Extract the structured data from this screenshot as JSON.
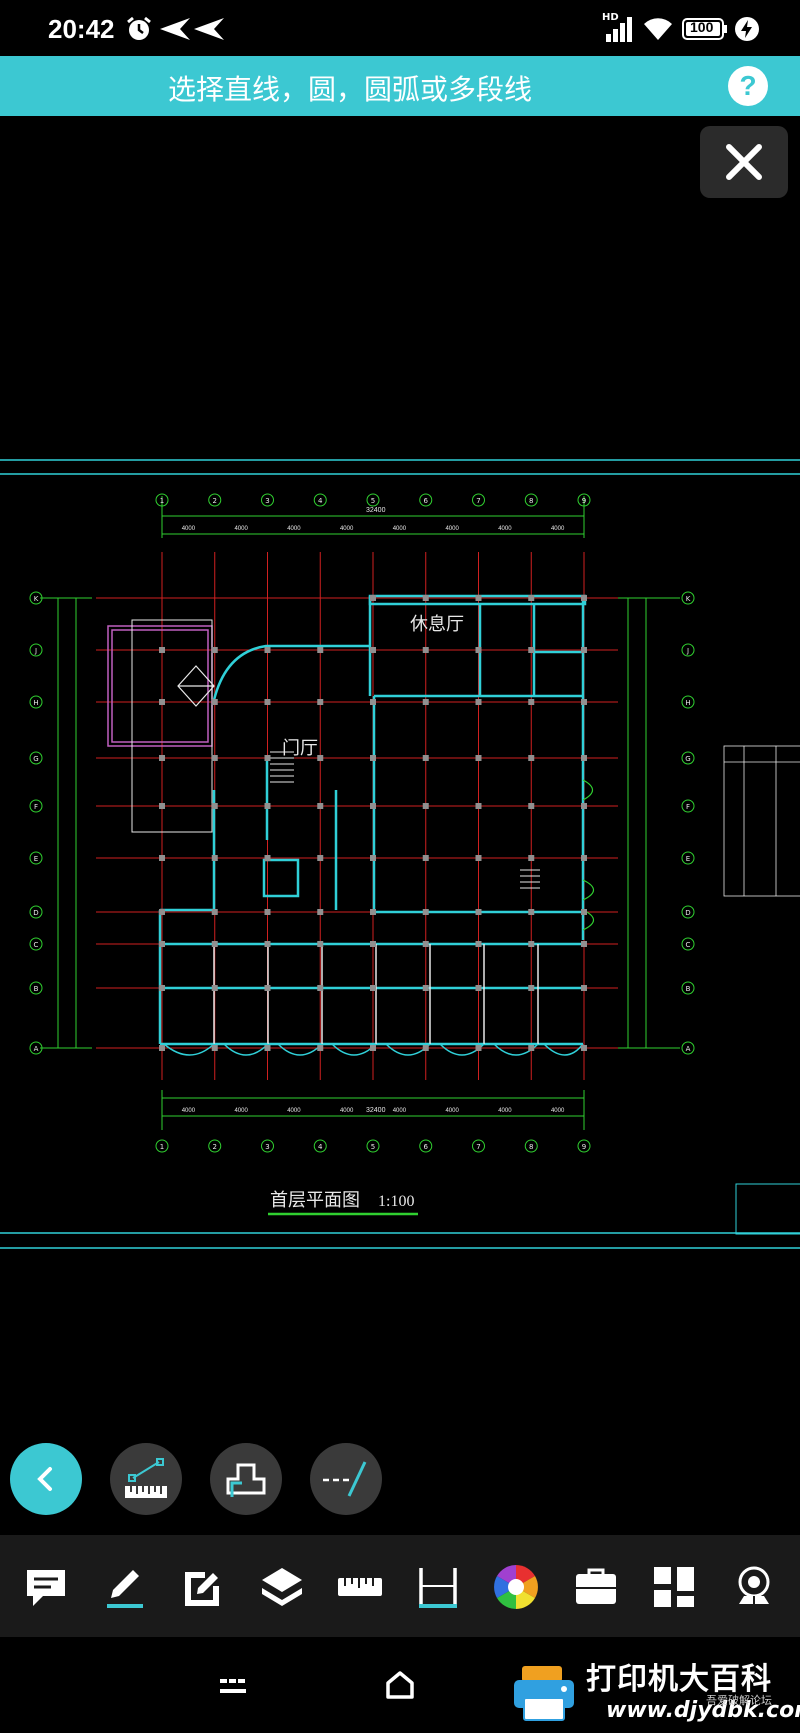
{
  "status_bar": {
    "time": "20:42",
    "battery": "100",
    "network": "HD",
    "icons": [
      "alarm-icon",
      "send-icon",
      "send-icon",
      "signal-icon",
      "wifi-icon",
      "battery-icon",
      "charging-icon"
    ]
  },
  "header": {
    "title": "选择直线，圆，圆弧或多段线",
    "help": "?"
  },
  "drawing": {
    "room_labels": [
      "休息厅",
      "门厅"
    ],
    "title": "首层平面图",
    "scale": "1:100",
    "grid_cols": [
      "①",
      "②",
      "③",
      "④",
      "⑤",
      "⑥",
      "⑦",
      "⑧",
      "⑨"
    ],
    "grid_rows": [
      "Ⓚ",
      "Ⓙ",
      "Ⓗ",
      "Ⓖ",
      "Ⓕ",
      "Ⓔ",
      "Ⓓ",
      "Ⓒ",
      "Ⓑ",
      "Ⓐ"
    ],
    "dim_top": [
      "4000",
      "4000",
      "4000",
      "4000",
      "4000",
      "4000",
      "4000",
      "4000"
    ],
    "dim_total": "32400"
  },
  "tools": {
    "back": "back",
    "measure": "measure",
    "area": "area",
    "break": "break"
  },
  "toolbar": {
    "items": [
      "comment-icon",
      "pencil-icon",
      "edit-icon",
      "layers-icon",
      "ruler-icon",
      "dimension-icon",
      "color-wheel-icon",
      "briefcase-icon",
      "grid-icon",
      "view-icon"
    ]
  },
  "nav": {
    "items": [
      "menu-icon",
      "home-icon"
    ]
  },
  "watermark": {
    "main": "打印机大百科",
    "url": "www.djydbk.com",
    "sub": "吾爱破解论坛"
  },
  "colors": {
    "accent": "#3cc8d2",
    "toolbar_bg": "#1a1a1a",
    "cad_cyan": "#30d0d8",
    "cad_red": "#d02020",
    "cad_green": "#30d030",
    "cad_white": "#e8e8e8"
  }
}
